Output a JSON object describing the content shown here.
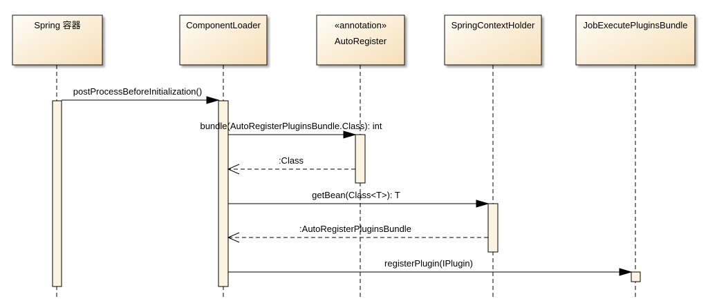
{
  "colors": {
    "participant_fill_top": "#fffdf8",
    "participant_fill_bottom": "#f6dfb8",
    "participant_border": "#111111",
    "activation_fill": "#fdf3e1",
    "line": "#000000"
  },
  "participants": [
    {
      "id": "spring",
      "name": "Spring 容器",
      "stereotype": ""
    },
    {
      "id": "loader",
      "name": "ComponentLoader",
      "stereotype": ""
    },
    {
      "id": "autoreg",
      "name": "AutoRegister",
      "stereotype": "«annotation»"
    },
    {
      "id": "ctxholder",
      "name": "SpringContextHolder",
      "stereotype": ""
    },
    {
      "id": "bundle",
      "name": "JobExecutePluginsBundle",
      "stereotype": ""
    }
  ],
  "messages": [
    {
      "label": "postProcessBeforeInitialization()",
      "from": "spring",
      "to": "loader",
      "kind": "sync"
    },
    {
      "label": "bundle(AutoRegisterPluginsBundle.Class): int",
      "from": "loader",
      "to": "autoreg",
      "kind": "sync"
    },
    {
      "label": ":Class",
      "from": "autoreg",
      "to": "loader",
      "kind": "return"
    },
    {
      "label": "getBean(Class<T>): T",
      "from": "loader",
      "to": "ctxholder",
      "kind": "sync"
    },
    {
      "label": ":AutoRegisterPluginsBundle",
      "from": "ctxholder",
      "to": "loader",
      "kind": "return"
    },
    {
      "label": "registerPlugin(IPlugin)",
      "from": "loader",
      "to": "bundle",
      "kind": "sync"
    }
  ]
}
